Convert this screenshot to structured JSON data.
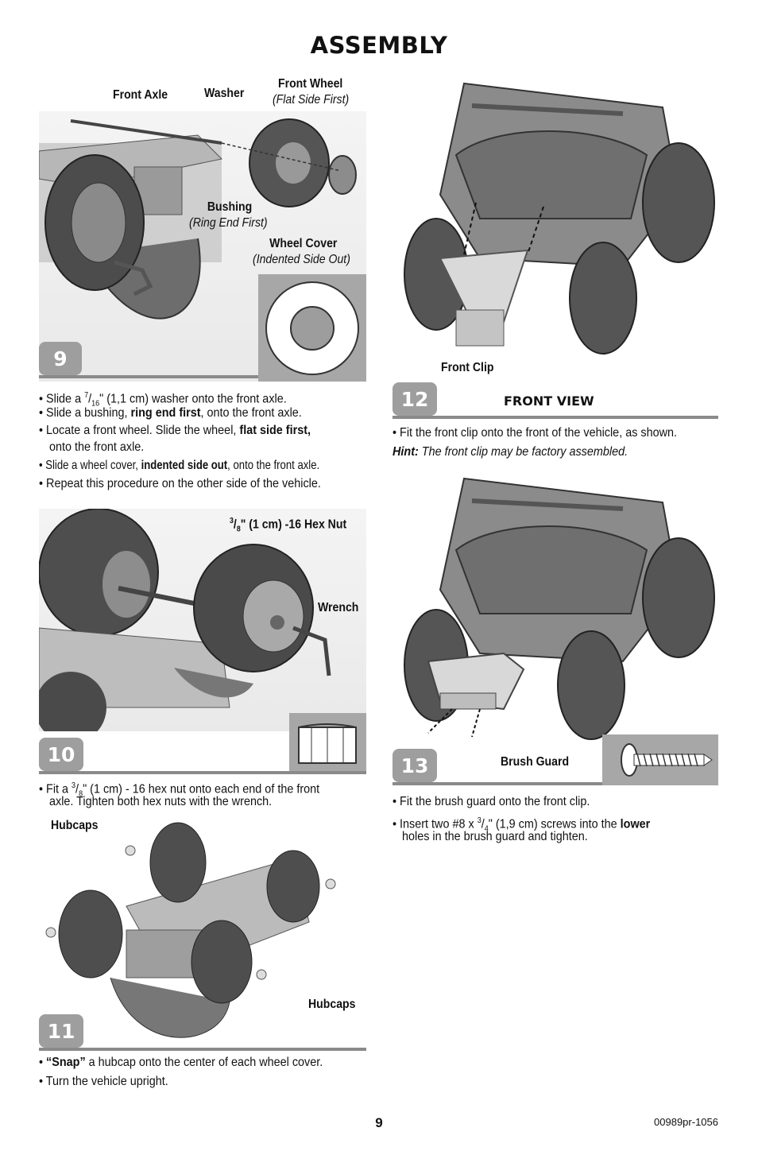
{
  "title": "ASSEMBLY",
  "step9": {
    "number": "9",
    "labels": {
      "front_axle": "Front Axle",
      "washer": "Washer",
      "front_wheel": "Front Wheel",
      "front_wheel_note": "(Flat Side First)",
      "bushing": "Bushing",
      "bushing_note": "(Ring End First)",
      "wheel_cover": "Wheel Cover",
      "wheel_cover_note": "(Indented Side Out)"
    },
    "bullets": {
      "b1_pre": "• Slide a ",
      "b1_num": "7",
      "b1_den": "16",
      "b1_post": "\" (1,1 cm) washer onto the front axle.",
      "b2_pre": "• Slide a bushing, ",
      "b2_bold": "ring end first",
      "b2_post": ", onto the front axle.",
      "b3_pre": "• Locate a front wheel. Slide the wheel, ",
      "b3_bold": "flat side first,",
      "b3_line2": "onto the front axle.",
      "b4_pre": "• Slide a wheel cover, ",
      "b4_bold": "indented side out",
      "b4_post": ", onto the front axle.",
      "b5": "• Repeat this procedure on the other side of the vehicle."
    }
  },
  "step10": {
    "number": "10",
    "labels": {
      "hex_nut_num": "3",
      "hex_nut_den": "8",
      "hex_nut": "\" (1 cm) -16 Hex Nut",
      "wrench": "Wrench"
    },
    "bullets": {
      "b1_pre": "• Fit a ",
      "b1_num": "3",
      "b1_den": "8",
      "b1_post": "\" (1 cm) - 16 hex nut onto each end of the front",
      "b1_line2": "axle. Tighten both hex nuts with the wrench."
    }
  },
  "step11": {
    "number": "11",
    "labels": {
      "hubcaps_top": "Hubcaps",
      "hubcaps_bottom": "Hubcaps"
    },
    "bullets": {
      "b1_bold": "“Snap”",
      "b1_post": " a hubcap onto the center of each wheel cover.",
      "b2": "• Turn the vehicle upright."
    }
  },
  "step12": {
    "number": "12",
    "heading": "FRONT VIEW",
    "labels": {
      "front_clip": "Front Clip"
    },
    "bullets": {
      "b1": "• Fit the front clip onto the front of the vehicle, as shown.",
      "hint_bold": "Hint:",
      "hint_text": " The front clip may be factory assembled."
    }
  },
  "step13": {
    "number": "13",
    "labels": {
      "brush_guard": "Brush Guard"
    },
    "bullets": {
      "b1": "• Fit the brush guard onto the front clip.",
      "b2_pre": "• Insert two #8 x ",
      "b2_num": "3",
      "b2_den": "4",
      "b2_mid": "\" (1,9 cm) screws into the ",
      "b2_bold": "lower",
      "b2_line2": "holes in the brush guard and tighten."
    }
  },
  "footer": {
    "page_number": "9",
    "code": "00989pr-1056"
  }
}
